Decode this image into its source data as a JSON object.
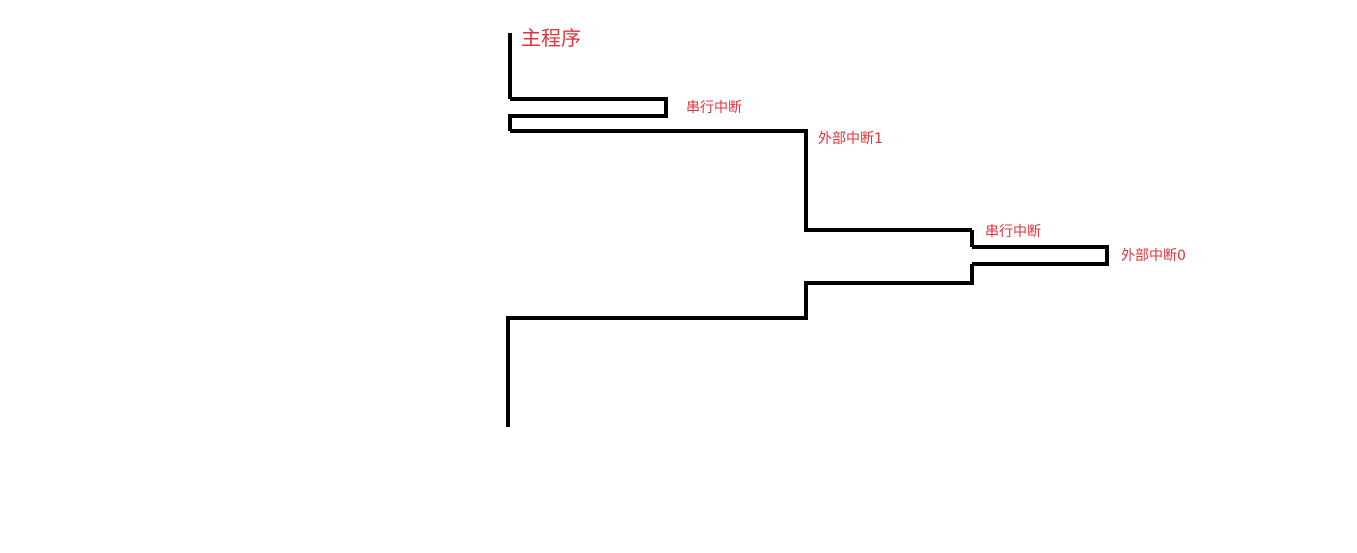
{
  "colors": {
    "line": "#000000",
    "label": "#e0343c",
    "background": "#ffffff"
  },
  "labels": {
    "main_program": "主程序",
    "serial_interrupt_1": "串行中断",
    "external_interrupt_1": "外部中断1",
    "serial_interrupt_2": "串行中断",
    "external_interrupt_0": "外部中断0"
  }
}
